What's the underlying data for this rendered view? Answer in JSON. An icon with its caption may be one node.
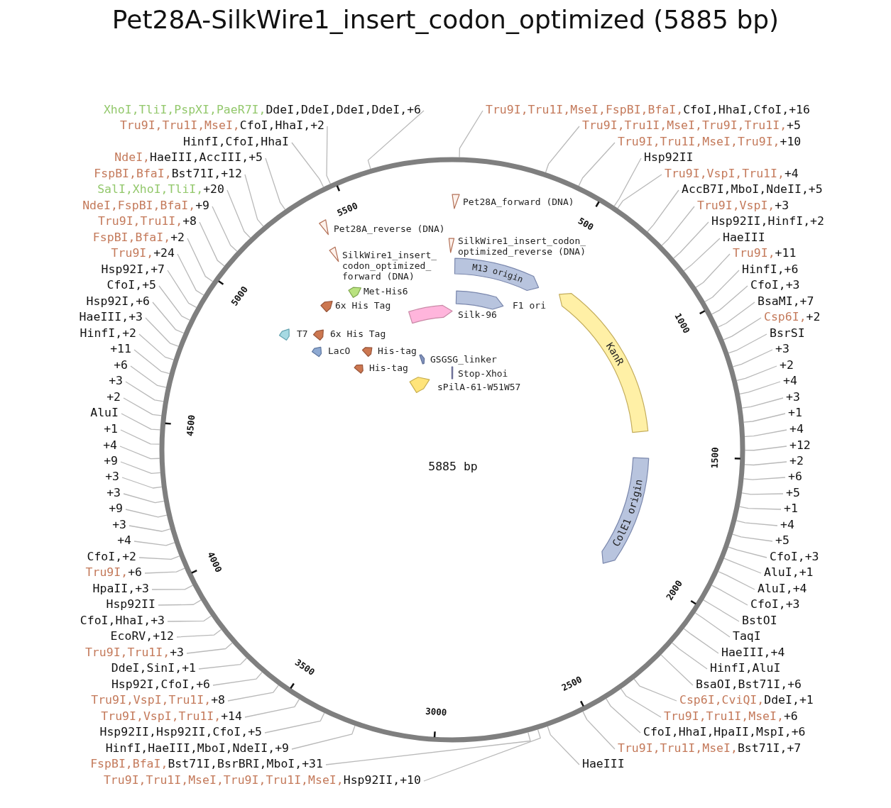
{
  "diagram": {
    "title": "Pet28A-SilkWire1_insert_codon_optimized (5885 bp)",
    "nodes": [
      {
        "text": [
          "5885 bp"
        ]
      },
      {
        "text": [],
        "shape": "triangle",
        "beside": [
          "Pet28A_forward (DNA)"
        ],
        "in": 0
      },
      {
        "text": [],
        "shape": "triangle",
        "beside": [
          "Pet28A_reverse (DNA)"
        ],
        "in": 0
      },
      {
        "text": [],
        "shape": "triangle",
        "beside": [
          "SilkWire1_insert_codon_optimized_forward (DNA)"
        ],
        "in": 0
      },
      {
        "text": [],
        "shape": "triangle",
        "beside": [
          "SilkWire1_insert_codon_optimized_reverse (DNA)"
        ],
        "in": 0
      },
      {
        "text": [
          "M13 origin"
        ],
        "in": 0
      },
      {
        "text": [],
        "shape": "arrow",
        "beside": [
          "F1 ori"
        ],
        "in": 0
      },
      {
        "text": [],
        "shape": "arrow",
        "beside": [
          "6x His Tag"
        ],
        "in": 0
      },
      {
        "text": [],
        "shape": "arrow",
        "beside": [
          "Met-His6"
        ],
        "in": 0
      },
      {
        "text": [],
        "shape": "arrow",
        "beside": [
          "Silk-96"
        ],
        "in": 0
      },
      {
        "text": [
          "KanR"
        ],
        "in": 0
      },
      {
        "text": [],
        "shape": "arrow",
        "beside": [
          "T7"
        ],
        "in": 0
      },
      {
        "text": [],
        "shape": "arrow",
        "beside": [
          "LacO"
        ],
        "in": 0
      },
      {
        "text": [],
        "shape": "arrow",
        "beside": [
          "6x His Tag"
        ],
        "in": 0
      },
      {
        "text": [],
        "shape": "arrow",
        "beside": [
          "His-tag"
        ],
        "in": 0
      },
      {
        "text": [],
        "shape": "arrow",
        "beside": [
          "His-tag"
        ],
        "in": 0
      },
      {
        "text": [],
        "shape": "arrow",
        "beside": [
          "sPilA-61-W51W57"
        ],
        "in": 0
      },
      {
        "text": [],
        "shape": "arrow",
        "beside": [
          "GSGSG_linker"
        ],
        "in": 0
      },
      {
        "text": [],
        "shape": "bar",
        "beside": [
          "Stop-Xhoi"
        ],
        "in": 0
      },
      {
        "text": [
          "ColE1 origin"
        ],
        "in": 0
      },
      {
        "text": [
          "XhoI,TliI,PspXI,PaeR7I,DdeI,DdeI,DdeI,DdeI,+6"
        ]
      },
      {
        "text": [
          "Tru9I,Tru1I,MseI,CfoI,HhaI,+2"
        ]
      },
      {
        "text": [
          "HinfI,CfoI,HhaI"
        ]
      },
      {
        "text": [
          "NdeI,HaeIII,AccIII,+5"
        ]
      },
      {
        "text": [
          "FspBI,BfaI,Bst71I,+12"
        ]
      },
      {
        "text": [
          "SalI,XhoI,TliI,+20"
        ]
      },
      {
        "text": [
          "NdeI,FspBI,BfaI,+9"
        ]
      },
      {
        "text": [
          "Tru9I,Tru1I,+8"
        ]
      },
      {
        "text": [
          "FspBI,BfaI,+2"
        ]
      },
      {
        "text": [
          "Tru9I,+24"
        ]
      },
      {
        "text": [
          "Hsp92I,+7"
        ]
      },
      {
        "text": [
          "CfoI,+5"
        ]
      },
      {
        "text": [
          "Hsp92I,+6"
        ]
      },
      {
        "text": [
          "HaeIII,+3"
        ]
      },
      {
        "text": [
          "HinfI,+2"
        ]
      },
      {
        "text": [
          "+11"
        ]
      },
      {
        "text": [
          "+6"
        ]
      },
      {
        "text": [
          "+3"
        ]
      },
      {
        "text": [
          "+2"
        ]
      },
      {
        "text": [
          "AluI"
        ]
      },
      {
        "text": [
          "+1"
        ]
      },
      {
        "text": [
          "+4"
        ]
      },
      {
        "text": [
          "+9"
        ]
      },
      {
        "text": [
          "+3"
        ]
      },
      {
        "text": [
          "+3"
        ]
      },
      {
        "text": [
          "+9"
        ]
      },
      {
        "text": [
          "+3"
        ]
      },
      {
        "text": [
          "+4"
        ]
      },
      {
        "text": [
          "CfoI,+2"
        ]
      },
      {
        "text": [
          "Tru9I,+6"
        ]
      },
      {
        "text": [
          "HpaII,+3"
        ]
      },
      {
        "text": [
          "Hsp92II"
        ]
      },
      {
        "text": [
          "CfoI,HhaI,+3"
        ]
      },
      {
        "text": [
          "EcoRV,+12"
        ]
      },
      {
        "text": [
          "Tru9I,Tru1I,+3"
        ]
      },
      {
        "text": [
          "DdeI,SinI,+1"
        ]
      },
      {
        "text": [
          "Hsp92I,CfoI,+6"
        ]
      },
      {
        "text": [
          "Tru9I,VspI,Tru1I,+8"
        ]
      },
      {
        "text": [
          "Tru9I,VspI,Tru1I,+14"
        ]
      },
      {
        "text": [
          "Hsp92II,Hsp92II,CfoI,+5"
        ]
      },
      {
        "text": [
          "HinfI,HaeIII,MboI,NdeII,+9"
        ]
      },
      {
        "text": [
          "FspBI,BfaI,Bst71I,BsrBRI,MboI,+31"
        ]
      },
      {
        "text": [
          "Tru9I,Tru1I,MseI,Tru9I,Tru1I,MseI,Hsp92II,+10"
        ]
      },
      {
        "text": [
          "Tru9I,Tru1I,MseI,FspBI,BfaI,CfoI,HhaI,CfoI,+16"
        ]
      },
      {
        "text": [
          "Tru9I,Tru1I,MseI,Tru9I,Tru1I,+5"
        ]
      },
      {
        "text": [
          "Tru9I,Tru1I,MseI,Tru9I,+10"
        ]
      },
      {
        "text": [
          "Hsp92II"
        ]
      },
      {
        "text": [
          "Tru9I,VspI,Tru1I,+4"
        ]
      },
      {
        "text": [
          "AccB7I,MboI,NdeII,+5"
        ]
      },
      {
        "text": [
          "Tru9I,VspI,+3"
        ]
      },
      {
        "text": [
          "Hsp92II,HinfI,+2"
        ]
      },
      {
        "text": [
          "HaeIII"
        ]
      },
      {
        "text": [
          "Tru9I,+11"
        ]
      },
      {
        "text": [
          "HinfI,+6"
        ]
      },
      {
        "text": [
          "CfoI,+3"
        ]
      },
      {
        "text": [
          "BsaMI,+7"
        ]
      },
      {
        "text": [
          "Csp6I,+2"
        ]
      },
      {
        "text": [
          "BsrSI"
        ]
      },
      {
        "text": [
          "+3"
        ]
      },
      {
        "text": [
          "+2"
        ]
      },
      {
        "text": [
          "+4"
        ]
      },
      {
        "text": [
          "+3"
        ]
      },
      {
        "text": [
          "+1"
        ]
      },
      {
        "text": [
          "+4"
        ]
      },
      {
        "text": [
          "+12"
        ]
      },
      {
        "text": [
          "+2"
        ]
      },
      {
        "text": [
          "+6"
        ]
      },
      {
        "text": [
          "+5"
        ]
      },
      {
        "text": [
          "+1"
        ]
      },
      {
        "text": [
          "+4"
        ]
      },
      {
        "text": [
          "+5"
        ]
      },
      {
        "text": [
          "CfoI,+3"
        ]
      },
      {
        "text": [
          "AluI,+1"
        ]
      },
      {
        "text": [
          "AluI,+4"
        ]
      },
      {
        "text": [
          "CfoI,+3"
        ]
      },
      {
        "text": [
          "BstOI"
        ]
      },
      {
        "text": [
          "TaqI"
        ]
      },
      {
        "text": [
          "HaeIII,+4"
        ]
      },
      {
        "text": [
          "HinfI,AluI"
        ]
      },
      {
        "text": [
          "BsaOI,Bst71I,+6"
        ]
      },
      {
        "text": [
          "Csp6I,CviQI,DdeI,+1"
        ]
      },
      {
        "text": [
          "Tru9I,Tru1I,MseI,+6"
        ]
      },
      {
        "text": [
          "CfoI,HhaI,HpaII,MspI,+6"
        ]
      },
      {
        "text": [
          "Tru9I,Tru1I,MseI,Bst71I,+7"
        ]
      },
      {
        "text": [
          "HaeIII"
        ]
      }
    ],
    "edges": [
      {
        "from": 20,
        "to": 0,
        "arrow": "none"
      },
      {
        "from": 21,
        "to": 0,
        "arrow": "none"
      },
      {
        "from": 22,
        "to": 0,
        "arrow": "none"
      },
      {
        "from": 23,
        "to": 0,
        "arrow": "none"
      },
      {
        "from": 24,
        "to": 0,
        "arrow": "none"
      },
      {
        "from": 25,
        "to": 0,
        "arrow": "none"
      },
      {
        "from": 26,
        "to": 0,
        "arrow": "none"
      },
      {
        "from": 27,
        "to": 0,
        "arrow": "none"
      },
      {
        "from": 28,
        "to": 0,
        "arrow": "none"
      },
      {
        "from": 29,
        "to": 0,
        "arrow": "none"
      },
      {
        "from": 30,
        "to": 0,
        "arrow": "none"
      },
      {
        "from": 31,
        "to": 0,
        "arrow": "none"
      },
      {
        "from": 32,
        "to": 0,
        "arrow": "none"
      },
      {
        "from": 33,
        "to": 0,
        "arrow": "none"
      },
      {
        "from": 34,
        "to": 0,
        "arrow": "none"
      },
      {
        "from": 35,
        "to": 0,
        "arrow": "none"
      },
      {
        "from": 36,
        "to": 0,
        "arrow": "none"
      },
      {
        "from": 37,
        "to": 0,
        "arrow": "none"
      },
      {
        "from": 38,
        "to": 0,
        "arrow": "none"
      },
      {
        "from": 39,
        "to": 0,
        "arrow": "none"
      },
      {
        "from": 40,
        "to": 0,
        "arrow": "none"
      },
      {
        "from": 41,
        "to": 0,
        "arrow": "none"
      },
      {
        "from": 42,
        "to": 0,
        "arrow": "none"
      },
      {
        "from": 43,
        "to": 0,
        "arrow": "none"
      },
      {
        "from": 44,
        "to": 0,
        "arrow": "none"
      },
      {
        "from": 45,
        "to": 0,
        "arrow": "none"
      },
      {
        "from": 46,
        "to": 0,
        "arrow": "none"
      },
      {
        "from": 47,
        "to": 0,
        "arrow": "none"
      },
      {
        "from": 48,
        "to": 0,
        "arrow": "none"
      },
      {
        "from": 49,
        "to": 0,
        "arrow": "none"
      },
      {
        "from": 50,
        "to": 0,
        "arrow": "none"
      },
      {
        "from": 51,
        "to": 0,
        "arrow": "none"
      },
      {
        "from": 52,
        "to": 0,
        "arrow": "none"
      },
      {
        "from": 53,
        "to": 0,
        "arrow": "none"
      },
      {
        "from": 54,
        "to": 0,
        "arrow": "none"
      },
      {
        "from": 55,
        "to": 0,
        "arrow": "none"
      },
      {
        "from": 56,
        "to": 0,
        "arrow": "none"
      },
      {
        "from": 57,
        "to": 0,
        "arrow": "none"
      },
      {
        "from": 58,
        "to": 0,
        "arrow": "none"
      },
      {
        "from": 59,
        "to": 0,
        "arrow": "none"
      },
      {
        "from": 60,
        "to": 0,
        "arrow": "none"
      },
      {
        "from": 61,
        "to": 0,
        "arrow": "none"
      },
      {
        "from": 62,
        "to": 0,
        "arrow": "none"
      },
      {
        "from": 63,
        "to": 0,
        "arrow": "none"
      },
      {
        "from": 64,
        "to": 0,
        "arrow": "none"
      },
      {
        "from": 65,
        "to": 0,
        "arrow": "none"
      },
      {
        "from": 66,
        "to": 0,
        "arrow": "none"
      },
      {
        "from": 67,
        "to": 0,
        "arrow": "none"
      },
      {
        "from": 68,
        "to": 0,
        "arrow": "none"
      },
      {
        "from": 69,
        "to": 0,
        "arrow": "none"
      },
      {
        "from": 70,
        "to": 0,
        "arrow": "none"
      },
      {
        "from": 71,
        "to": 0,
        "arrow": "none"
      },
      {
        "from": 72,
        "to": 0,
        "arrow": "none"
      },
      {
        "from": 73,
        "to": 0,
        "arrow": "none"
      },
      {
        "from": 74,
        "to": 0,
        "arrow": "none"
      },
      {
        "from": 75,
        "to": 0,
        "arrow": "none"
      },
      {
        "from": 76,
        "to": 0,
        "arrow": "none"
      },
      {
        "from": 77,
        "to": 0,
        "arrow": "none"
      },
      {
        "from": 78,
        "to": 0,
        "arrow": "none"
      },
      {
        "from": 79,
        "to": 0,
        "arrow": "none"
      },
      {
        "from": 80,
        "to": 0,
        "arrow": "none"
      },
      {
        "from": 81,
        "to": 0,
        "arrow": "none"
      },
      {
        "from": 82,
        "to": 0,
        "arrow": "none"
      },
      {
        "from": 83,
        "to": 0,
        "arrow": "none"
      },
      {
        "from": 84,
        "to": 0,
        "arrow": "none"
      },
      {
        "from": 85,
        "to": 0,
        "arrow": "none"
      },
      {
        "from": 86,
        "to": 0,
        "arrow": "none"
      },
      {
        "from": 87,
        "to": 0,
        "arrow": "none"
      },
      {
        "from": 88,
        "to": 0,
        "arrow": "none"
      },
      {
        "from": 89,
        "to": 0,
        "arrow": "none"
      },
      {
        "from": 90,
        "to": 0,
        "arrow": "none"
      },
      {
        "from": 91,
        "to": 0,
        "arrow": "none"
      },
      {
        "from": 92,
        "to": 0,
        "arrow": "none"
      },
      {
        "from": 93,
        "to": 0,
        "arrow": "none"
      },
      {
        "from": 94,
        "to": 0,
        "arrow": "none"
      },
      {
        "from": 95,
        "to": 0,
        "arrow": "none"
      },
      {
        "from": 96,
        "to": 0,
        "arrow": "none"
      },
      {
        "from": 97,
        "to": 0,
        "arrow": "none"
      },
      {
        "from": 98,
        "to": 0,
        "arrow": "none"
      },
      {
        "from": 99,
        "to": 0,
        "arrow": "none"
      },
      {
        "from": 100,
        "to": 0,
        "arrow": "none"
      },
      {
        "from": 101,
        "to": 0,
        "arrow": "none"
      },
      {
        "from": 102,
        "to": 0,
        "arrow": "none"
      },
      {
        "from": 103,
        "to": 0,
        "arrow": "none"
      },
      {
        "from": 104,
        "to": 0,
        "arrow": "none"
      }
    ],
    "labels": [
      "500",
      "1000",
      "1500",
      "2000",
      "2500",
      "3000",
      "3500",
      "4000",
      "4500",
      "5000",
      "5500"
    ]
  }
}
